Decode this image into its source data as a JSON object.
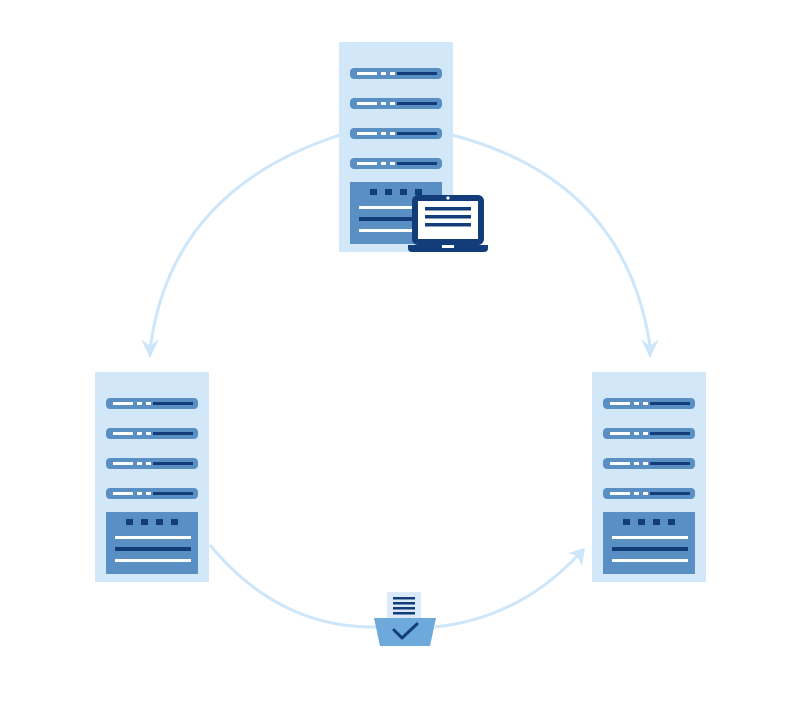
{
  "colors": {
    "background": "#ffffff",
    "server_bg": "#d2e7f8",
    "server_bar": "#5a8fc4",
    "server_dark": "#123d7a",
    "panel": "#5a8fc4",
    "arrow": "#cde6fa",
    "doc": "#dbe9f8",
    "tray": "#6ea9dc",
    "laptop": "#123d7a"
  },
  "diagram": {
    "nodes": [
      {
        "id": "server-top",
        "icon": "server-rack-icon",
        "badge": "laptop-icon"
      },
      {
        "id": "server-left",
        "icon": "server-rack-icon"
      },
      {
        "id": "server-right",
        "icon": "server-rack-icon"
      }
    ],
    "edges": [
      {
        "from": "server-top",
        "to": "server-left",
        "style": "curved-arrow"
      },
      {
        "from": "server-top",
        "to": "server-right",
        "style": "curved-arrow"
      },
      {
        "from": "server-left",
        "to": "server-right",
        "style": "curved-arrow",
        "badge": "document-inbox-check-icon"
      }
    ]
  }
}
